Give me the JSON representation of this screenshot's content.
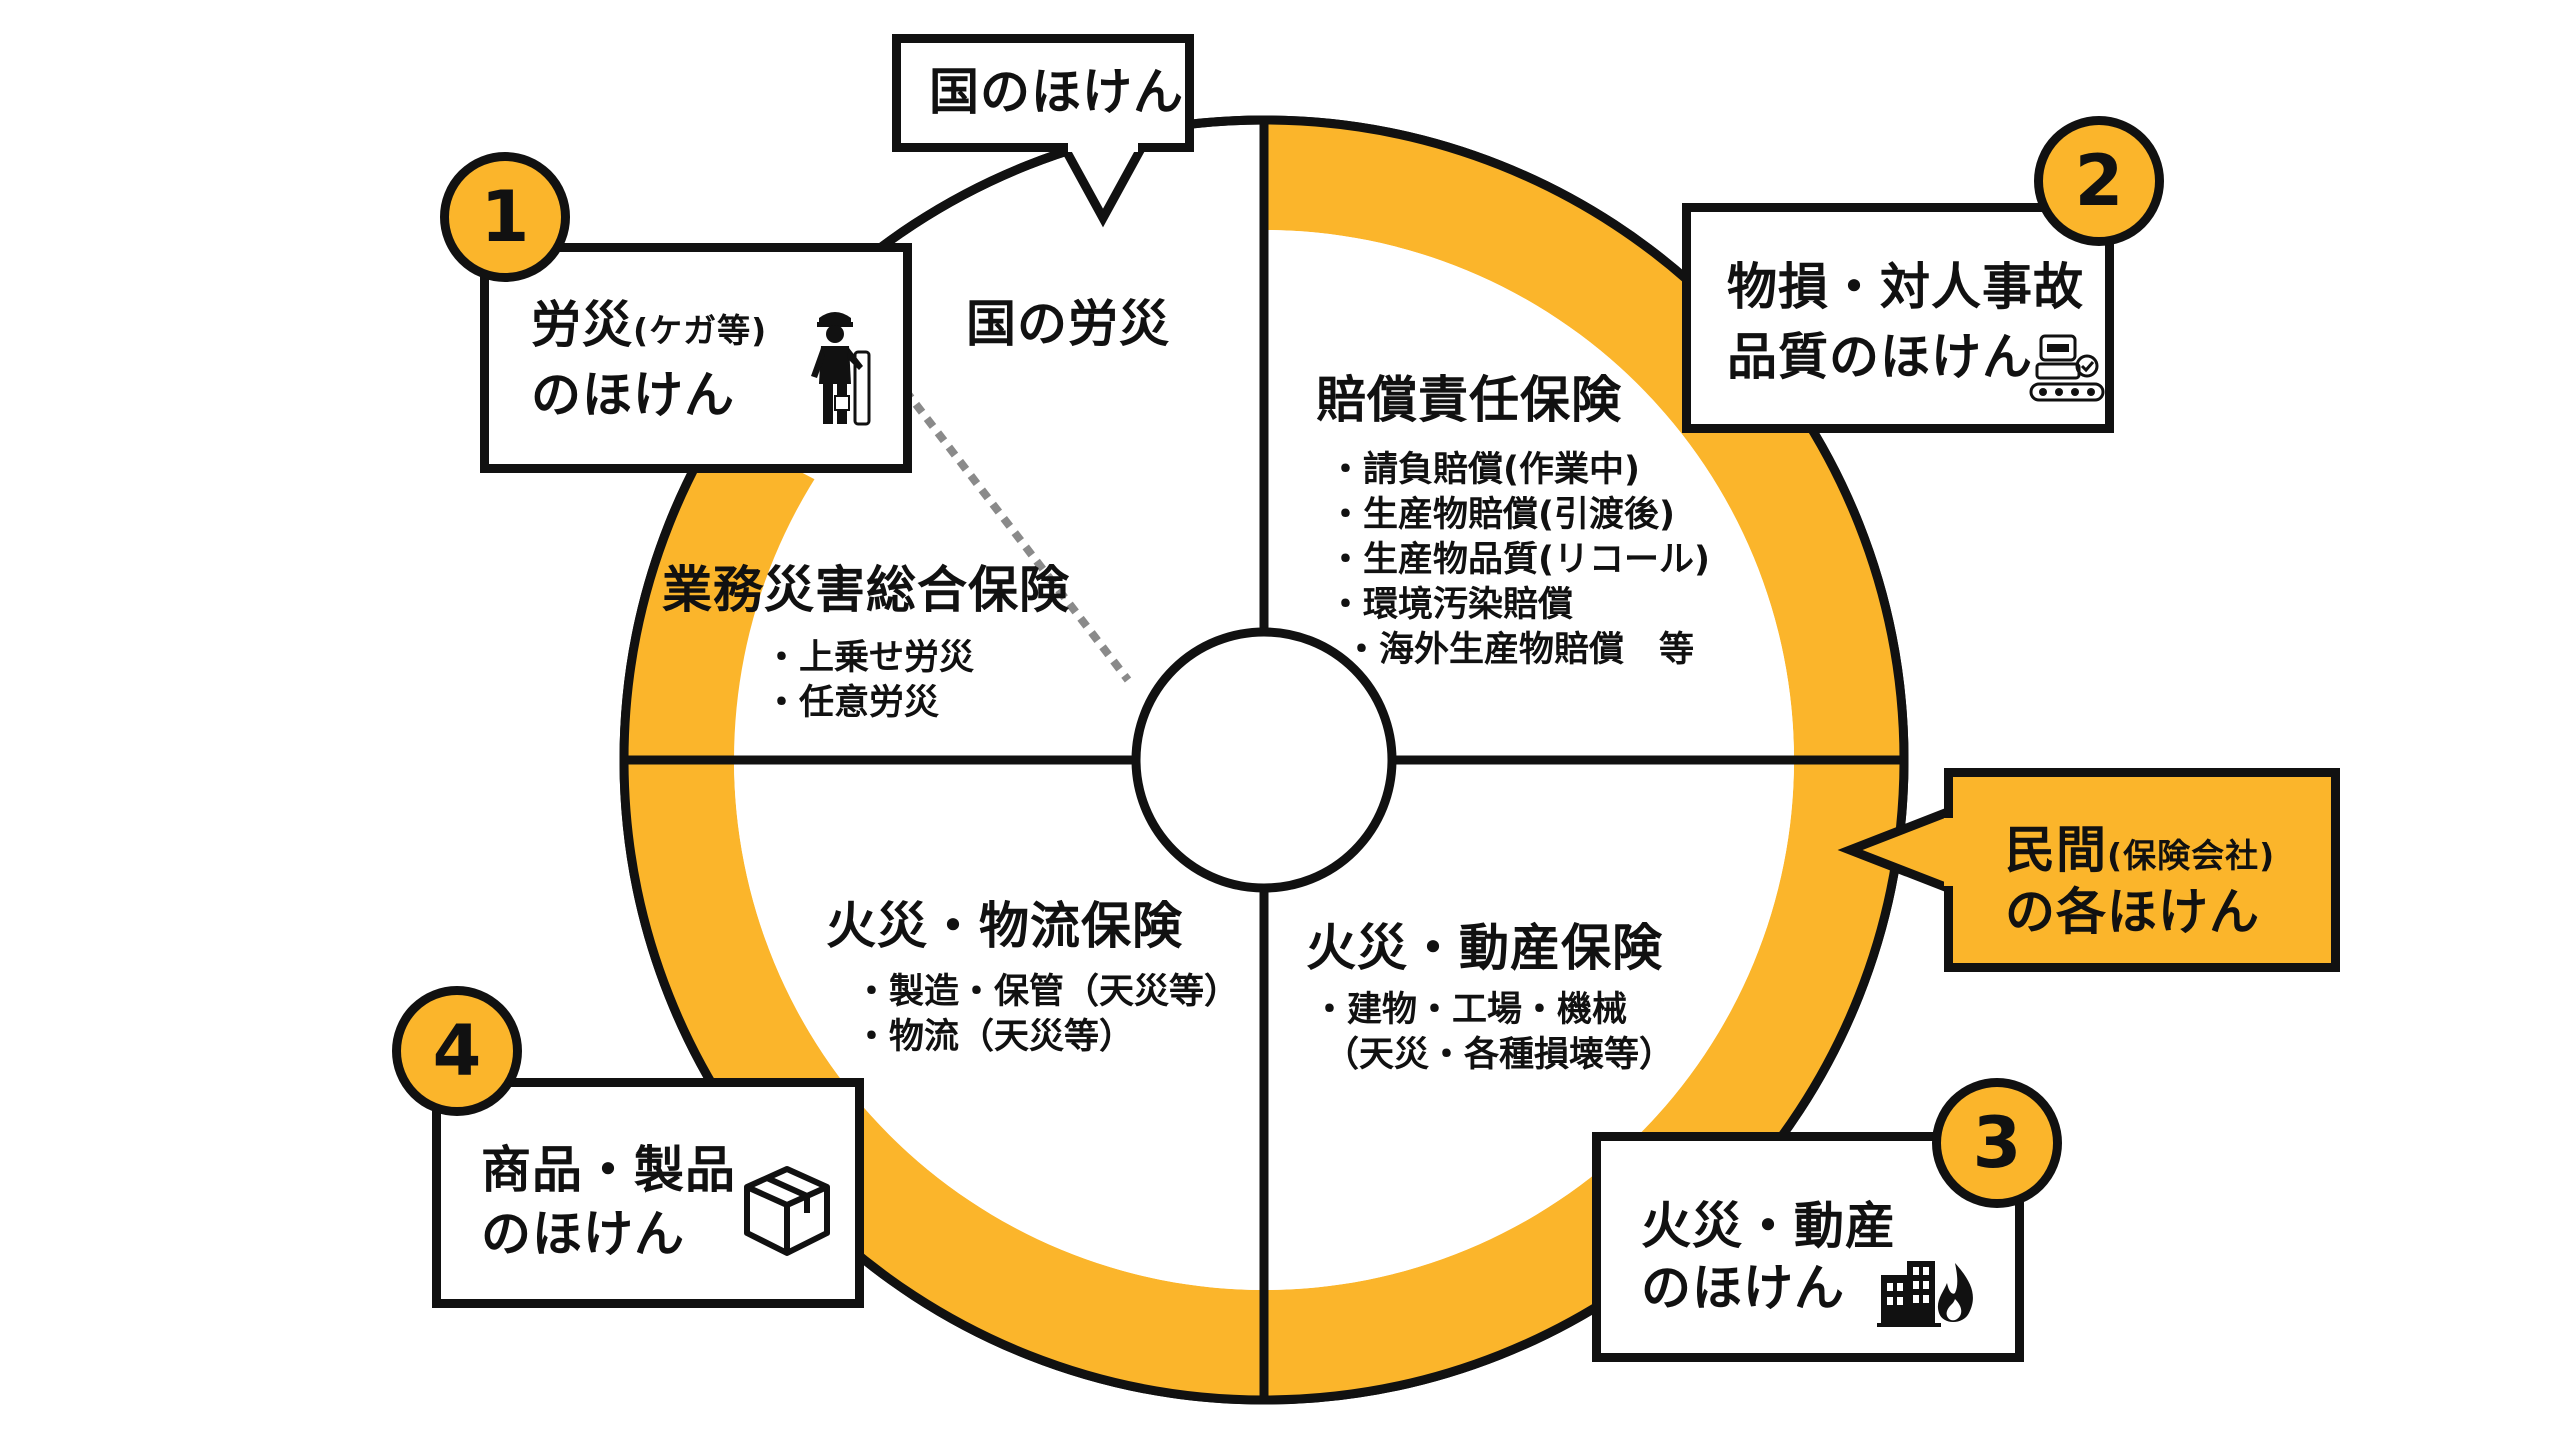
{
  "top_label": "国のほけん",
  "government_sector": {
    "title": "国の労災"
  },
  "liability_sector": {
    "title": "賠償責任保険",
    "items": [
      "・請負賠償(作業中)",
      "・生産物賠償(引渡後)",
      "・生産物品質(リコール)",
      "・環境汚染賠償",
      "・海外生産物賠償　等"
    ]
  },
  "workers_sector": {
    "title": "業務災害総合保険",
    "items": [
      "・上乗せ労災",
      "・任意労災"
    ]
  },
  "fire_logistics_sector": {
    "title": "火災・物流保険",
    "items": [
      "・製造・保管（天災等）",
      "・物流（天災等）"
    ]
  },
  "fire_movables_sector": {
    "title": "火災・動産保険",
    "items": [
      "・建物・工場・機械",
      "（天災・各種損壊等）"
    ]
  },
  "private_label": {
    "line1_main": "民間",
    "line1_sub": "(保険会社)",
    "line2": "の各ほけん"
  },
  "callouts": [
    {
      "number": "1",
      "line1_main": "労災",
      "line1_sub": "(ケガ等)",
      "line2": "のほけん",
      "icon": "injured-worker-icon"
    },
    {
      "number": "2",
      "line1": "物損・対人事故",
      "line2": "品質のほけん",
      "icon": "robot-conveyor-icon"
    },
    {
      "number": "3",
      "line1": "火災・動産",
      "line2": "のほけん",
      "icon": "building-fire-icon"
    },
    {
      "number": "4",
      "line1": "商品・製品",
      "line2": "のほけん",
      "icon": "package-box-icon"
    }
  ],
  "colors": {
    "accent": "#fbb52b",
    "line": "#111111",
    "background": "#ffffff",
    "dotted": "#8a8a8a"
  }
}
